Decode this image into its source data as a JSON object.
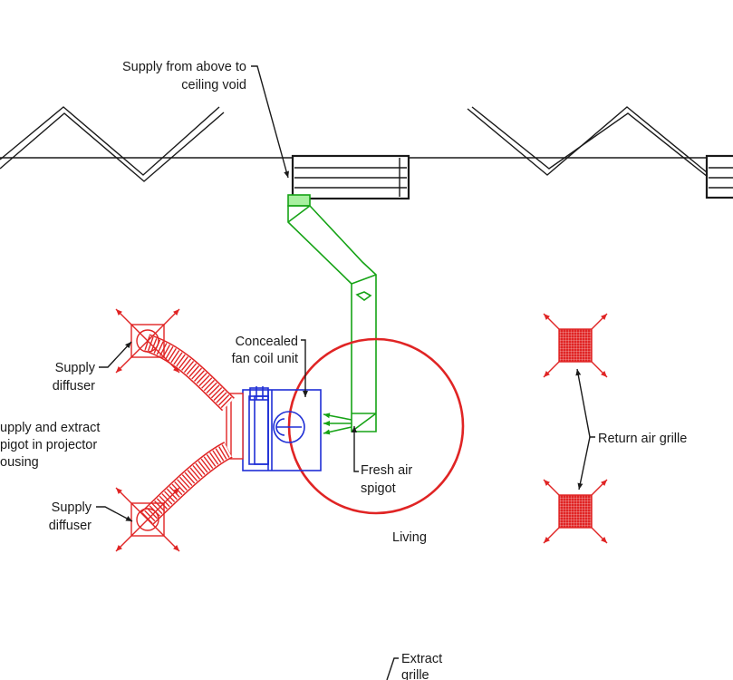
{
  "labels": {
    "supply_from_above_l1": "Supply from above to",
    "supply_from_above_l2": "ceiling void",
    "concealed_fcu_l1": "Concealed",
    "concealed_fcu_l2": "fan coil unit",
    "supply_diffuser_top_l1": "Supply",
    "supply_diffuser_top_l2": "diffuser",
    "spigot_l1": "upply and extract",
    "spigot_l2": "pigot in projector",
    "spigot_l3": "ousing",
    "supply_diffuser_bot_l1": "Supply",
    "supply_diffuser_bot_l2": "diffuser",
    "fresh_air_l1": "Fresh air",
    "fresh_air_l2": "spigot",
    "return_air_grille": "Return air grille",
    "room_name": "Living",
    "extract_grille_l1": "Extract",
    "extract_grille_l2": "grille"
  },
  "colors": {
    "linework": "#1a1a1a",
    "supply_red": "#e02424",
    "fresh_air_green": "#16a316",
    "fan_coil_blue": "#1f2fd6",
    "background": "#ffffff"
  }
}
